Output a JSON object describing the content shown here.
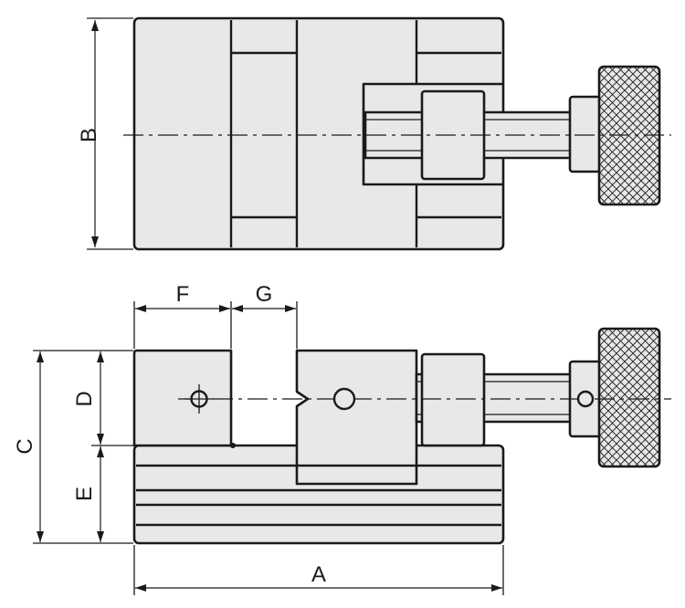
{
  "dimension_labels": {
    "A": "A",
    "B": "B",
    "C": "C",
    "D": "D",
    "E": "E",
    "F": "F",
    "G": "G"
  },
  "colors": {
    "body": "#e8e8e8",
    "line": "#1a1a1a",
    "background": "#ffffff"
  }
}
